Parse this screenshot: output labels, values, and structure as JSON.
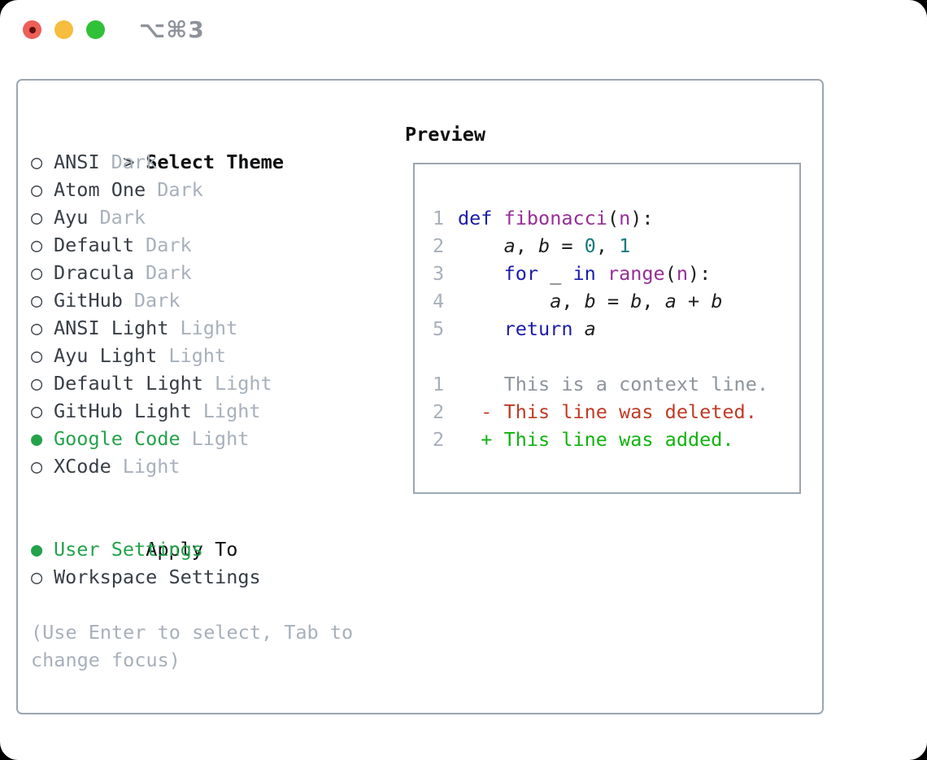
{
  "window": {
    "title": "⌥⌘3",
    "traffic_lights": [
      "close",
      "minimize",
      "zoom"
    ]
  },
  "icons": {
    "radio_selected": "●",
    "radio_unselected": "○",
    "prompt": ">"
  },
  "theme_panel": {
    "prompt": ">",
    "title": "Select Theme",
    "items": [
      {
        "name": "ANSI",
        "variant": "Dark",
        "selected": false
      },
      {
        "name": "Atom One",
        "variant": "Dark",
        "selected": false
      },
      {
        "name": "Ayu",
        "variant": "Dark",
        "selected": false
      },
      {
        "name": "Default",
        "variant": "Dark",
        "selected": false
      },
      {
        "name": "Dracula",
        "variant": "Dark",
        "selected": false
      },
      {
        "name": "GitHub",
        "variant": "Dark",
        "selected": false
      },
      {
        "name": "ANSI Light",
        "variant": "Light",
        "selected": false
      },
      {
        "name": "Ayu Light",
        "variant": "Light",
        "selected": false
      },
      {
        "name": "Default Light",
        "variant": "Light",
        "selected": false
      },
      {
        "name": "GitHub Light",
        "variant": "Light",
        "selected": false
      },
      {
        "name": "Google Code",
        "variant": "Light",
        "selected": true
      },
      {
        "name": "XCode",
        "variant": "Light",
        "selected": false
      }
    ],
    "apply_to": {
      "title": "Apply To",
      "options": [
        {
          "label": "User Settings",
          "selected": true
        },
        {
          "label": "Workspace Settings",
          "selected": false
        }
      ]
    },
    "hint_lines": [
      "(Use Enter to select, Tab to",
      "change focus)"
    ]
  },
  "preview": {
    "title": "Preview",
    "lines": [
      {
        "num": "1",
        "tokens": [
          [
            "def",
            "kw"
          ],
          [
            " ",
            "pl"
          ],
          [
            "fibonacci",
            "fn"
          ],
          [
            "(",
            "pl"
          ],
          [
            "n",
            "fn"
          ],
          [
            "):",
            "pl"
          ]
        ]
      },
      {
        "num": "2",
        "tokens": [
          [
            "    ",
            "pl"
          ],
          [
            "a",
            "var"
          ],
          [
            ", ",
            "pl"
          ],
          [
            "b",
            "var"
          ],
          [
            " = ",
            "pl"
          ],
          [
            "0",
            "lit"
          ],
          [
            ", ",
            "pl"
          ],
          [
            "1",
            "lit"
          ]
        ]
      },
      {
        "num": "3",
        "tokens": [
          [
            "    ",
            "pl"
          ],
          [
            "for",
            "kw"
          ],
          [
            " _ ",
            "pl"
          ],
          [
            "in",
            "kw"
          ],
          [
            " ",
            "pl"
          ],
          [
            "range",
            "fn"
          ],
          [
            "(",
            "pl"
          ],
          [
            "n",
            "fn"
          ],
          [
            "):",
            "pl"
          ]
        ]
      },
      {
        "num": "4",
        "tokens": [
          [
            "        ",
            "pl"
          ],
          [
            "a",
            "var"
          ],
          [
            ", ",
            "pl"
          ],
          [
            "b",
            "var"
          ],
          [
            " = ",
            "pl"
          ],
          [
            "b",
            "var"
          ],
          [
            ", ",
            "pl"
          ],
          [
            "a",
            "var"
          ],
          [
            " + ",
            "pl"
          ],
          [
            "b",
            "var"
          ]
        ]
      },
      {
        "num": "5",
        "tokens": [
          [
            "    ",
            "pl"
          ],
          [
            "return",
            "kw"
          ],
          [
            " ",
            "pl"
          ],
          [
            "a",
            "var"
          ]
        ]
      },
      {
        "num": "",
        "tokens": []
      },
      {
        "num": "1",
        "tokens": [
          [
            "    This is a context line.",
            "ctx"
          ]
        ]
      },
      {
        "num": "2",
        "tokens": [
          [
            "  - This line was deleted.",
            "del"
          ]
        ]
      },
      {
        "num": "2",
        "tokens": [
          [
            "  + This line was added.",
            "add"
          ]
        ]
      }
    ]
  },
  "colors": {
    "accent_green": "#24a24b",
    "diff_deleted": "#c13a25",
    "diff_added": "#10b30f",
    "syntax_keyword": "#1c1cab",
    "syntax_function": "#972d97",
    "syntax_literal": "#157a7c",
    "syntax_plain": "#1d1e20",
    "context_gray": "#8d949c",
    "muted_gray": "#a7b0bb",
    "item_text": "#383e46",
    "border_gray": "#9ba6b0",
    "traffic_red": "#ed5f57",
    "traffic_yellow": "#f6bd3e",
    "traffic_green": "#2fc138"
  }
}
